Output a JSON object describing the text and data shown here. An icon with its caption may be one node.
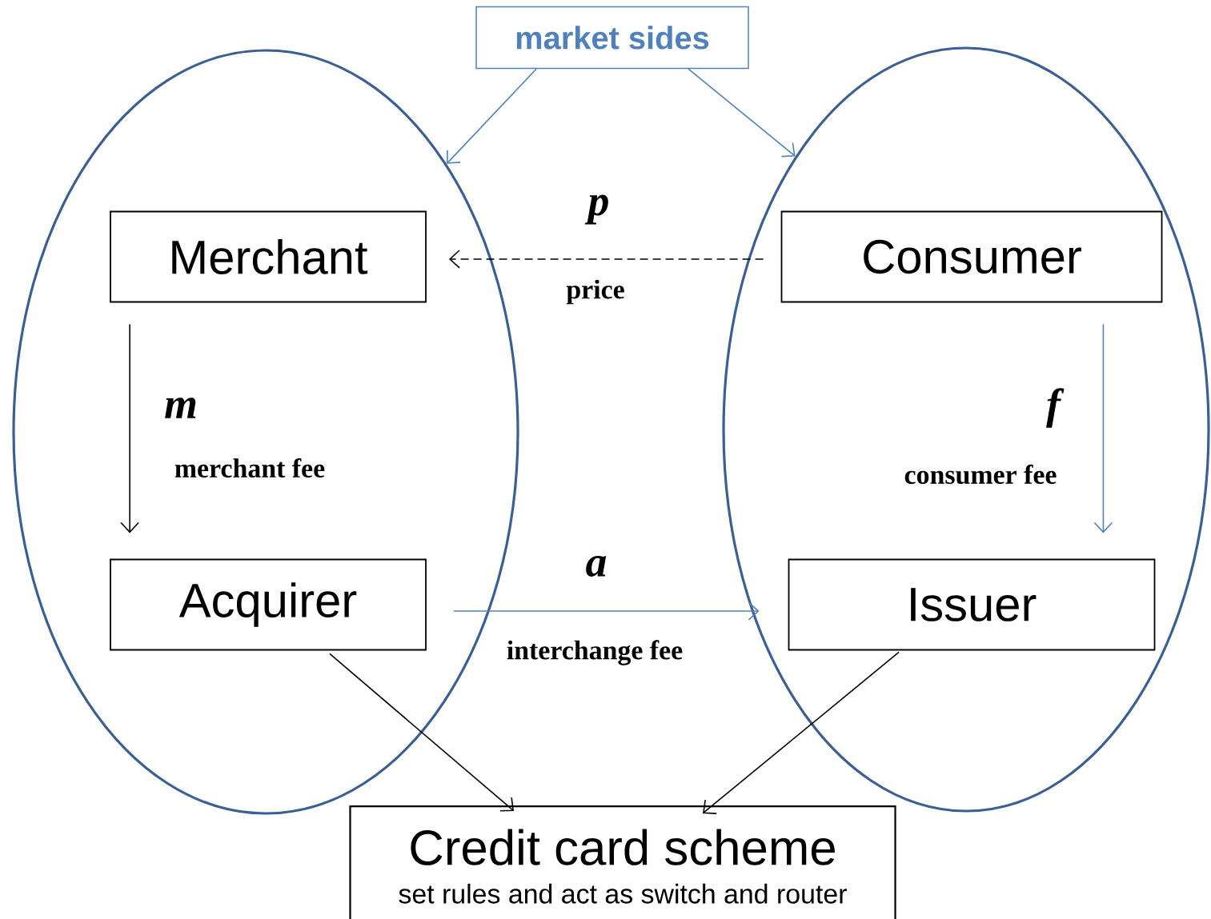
{
  "diagram": {
    "nodes": [
      {
        "text": [
          "market sides"
        ]
      },
      {
        "text": [],
        "shape": "ellipse"
      },
      {
        "text": [],
        "shape": "ellipse"
      },
      {
        "text": [
          "Merchant"
        ],
        "in": 1
      },
      {
        "text": [
          "Consumer"
        ],
        "in": 2
      },
      {
        "text": [
          "Acquirer"
        ],
        "in": 1
      },
      {
        "text": [
          "Issuer"
        ],
        "in": 2
      },
      {
        "text": [
          "Credit card scheme",
          "set rules and act as switch and router"
        ]
      }
    ],
    "edges": [
      {
        "from": 0,
        "to": 1,
        "arrow": "to",
        "color": "#4f81bd"
      },
      {
        "from": 0,
        "to": 2,
        "arrow": "to",
        "color": "#4f81bd"
      },
      {
        "from": 4,
        "to": 3,
        "arrow": "to",
        "style": "dashed",
        "label": "p",
        "color": "#000000"
      },
      {
        "from": 3,
        "to": 5,
        "arrow": "to",
        "label": "m",
        "color": "#000000"
      },
      {
        "from": 4,
        "to": 6,
        "arrow": "to",
        "color": "#4f81bd",
        "label": "f"
      },
      {
        "from": 5,
        "to": 6,
        "arrow": "to",
        "color": "#4f81bd",
        "label": "a"
      },
      {
        "from": 5,
        "to": 7,
        "arrow": "to",
        "color": "#000000"
      },
      {
        "from": 6,
        "to": 7,
        "arrow": "to",
        "color": "#000000"
      }
    ],
    "labels": [
      "price",
      "merchant fee",
      "consumer fee",
      "interchange fee"
    ]
  }
}
